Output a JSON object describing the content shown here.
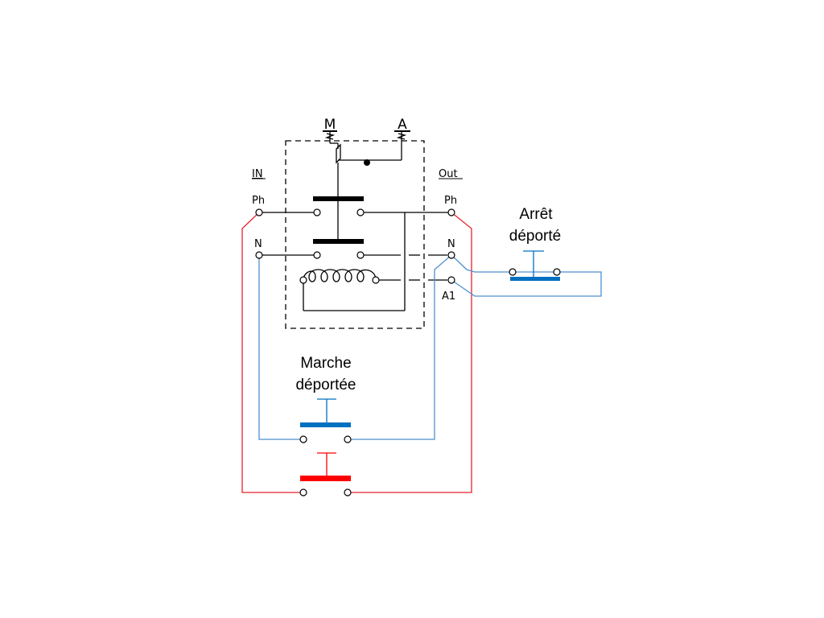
{
  "labels": {
    "m": "M",
    "a": "A",
    "in": "IN",
    "out": "Out",
    "in_ph": "Ph",
    "in_n": "N",
    "out_ph": "Ph",
    "out_n": "N",
    "a1": "A1"
  },
  "buttons": {
    "stop_line1": "Arrêt",
    "stop_line2": "déporté",
    "start_line1": "Marche",
    "start_line2": "déportée"
  },
  "colors": {
    "phase": "#e8212b",
    "neutral": "#4e8fcf",
    "button_blue": "#0070c0",
    "button_red": "#ff0000",
    "black": "#000000"
  }
}
